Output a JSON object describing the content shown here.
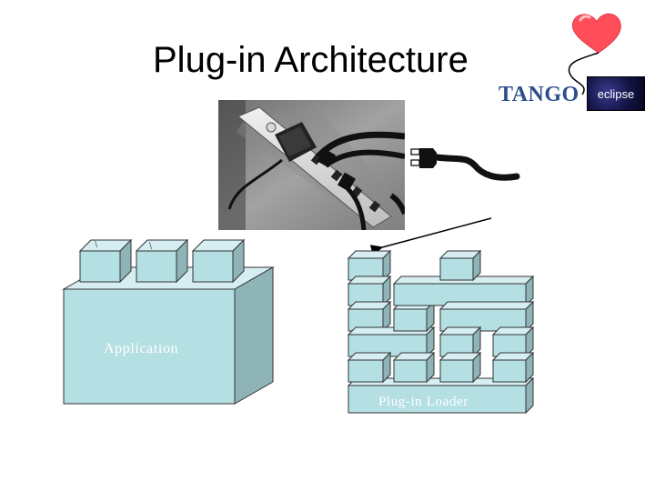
{
  "slide": {
    "title": "Plug-in Architecture",
    "logos": {
      "tango": "TANGO",
      "eclipse": "eclipse"
    },
    "labels": {
      "application": "Application",
      "plugin_loader": "Plug-in Loader"
    },
    "colors": {
      "block_face": "#b4dfe3",
      "block_top": "#d6eef1",
      "block_side": "#8fb4b8",
      "heart": "#ff4d5a",
      "tango_text": "#2e4f8c"
    },
    "icons": [
      "heart-icon",
      "power-strip-photo",
      "plug-icon",
      "arrow-icon"
    ]
  }
}
